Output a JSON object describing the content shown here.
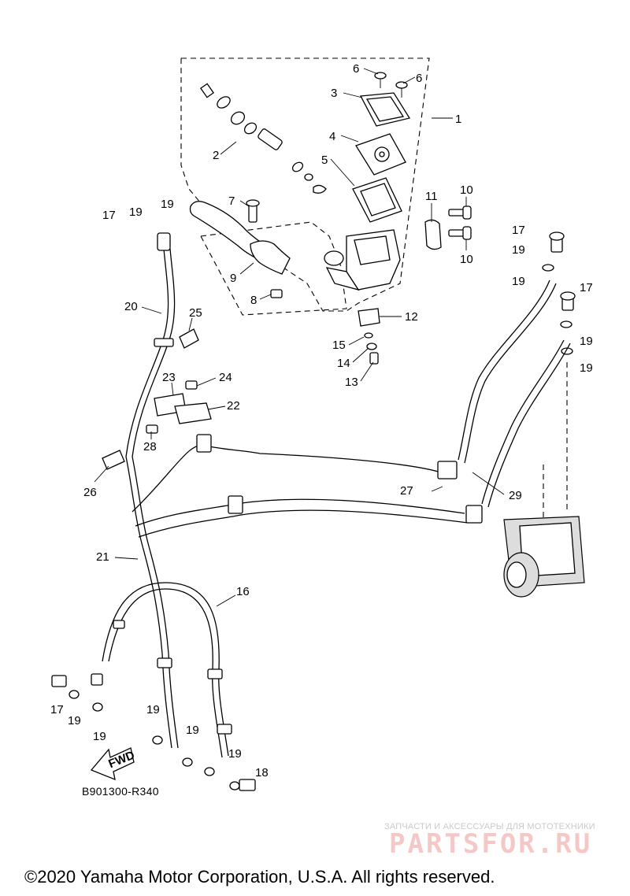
{
  "diagram": {
    "reference_code": "B901300-R340",
    "direction_arrow_label": "FWD",
    "callouts": {
      "p1": "1",
      "p2": "2",
      "p3": "3",
      "p4": "4",
      "p5": "5",
      "p6a": "6",
      "p6b": "6",
      "p7": "7",
      "p8": "8",
      "p9": "9",
      "p10a": "10",
      "p10b": "10",
      "p11": "11",
      "p12": "12",
      "p13": "13",
      "p14": "14",
      "p15": "15",
      "p16": "16",
      "p17a": "17",
      "p17b": "17",
      "p17c": "17",
      "p17d": "17",
      "p18": "18",
      "p19a": "19",
      "p19b": "19",
      "p19c": "19",
      "p19d": "19",
      "p19e": "19",
      "p19f": "19",
      "p19g": "19",
      "p19h": "19",
      "p19i": "19",
      "p19j": "19",
      "p19k": "19",
      "p20": "20",
      "p21": "21",
      "p22": "22",
      "p23": "23",
      "p24": "24",
      "p25": "25",
      "p26": "26",
      "p27": "27",
      "p28": "28",
      "p29": "29"
    }
  },
  "watermark": {
    "tagline": "ЗАПЧАСТИ И АКСЕССУАРЫ ДЛЯ МОТОТЕХНИКИ",
    "brand": "PARTSFOR.RU"
  },
  "footer": {
    "copyright": "©2020 Yamaha Motor Corporation, U.S.A. All rights reserved."
  }
}
